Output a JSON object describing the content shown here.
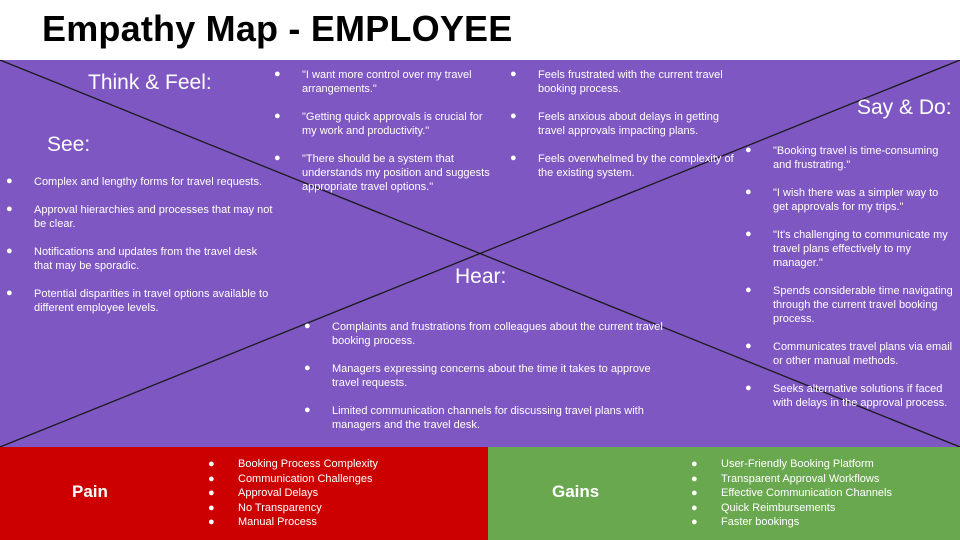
{
  "title": "Empathy Map - EMPLOYEE",
  "bullet": "●",
  "colors": {
    "map_bg": "#7e57c2",
    "pain_bg": "#cc0000",
    "gains_bg": "#6aa84f",
    "text": "#ffffff"
  },
  "think_feel": {
    "label": "Think & Feel:",
    "thoughts": [
      "\"I want more control over my travel arrangements.\"",
      "\"Getting quick approvals is crucial for  my work and productivity.\"",
      "\"There should be a system that understands my position and suggests appropriate travel options.\""
    ],
    "feelings": [
      "Feels frustrated with the current travel booking process.",
      "Feels anxious about delays in getting travel approvals impacting plans.",
      "Feels overwhelmed by the complexity of the existing system."
    ]
  },
  "see": {
    "label": "See:",
    "items": [
      "Complex and lengthy forms for travel requests.",
      "Approval hierarchies and processes that may not be clear.",
      "Notifications and updates from the travel desk that may be sporadic.",
      "Potential disparities in travel options available to different employee levels."
    ]
  },
  "say_do": {
    "label": "Say & Do:",
    "items": [
      "\"Booking travel is time-consuming and frustrating.\"",
      "\"I wish there was a simpler way to get approvals for my trips.\"",
      "\"It's challenging to communicate my travel plans effectively to my manager.\"",
      "Spends considerable time navigating through the current travel booking process.",
      "Communicates travel plans via email or other manual methods.",
      "Seeks alternative solutions if faced with delays in the approval process."
    ]
  },
  "hear": {
    "label": "Hear:",
    "items": [
      "Complaints and frustrations from colleagues about the current travel booking process.",
      "Managers expressing concerns about the time it takes to approve travel requests.",
      "Limited communication channels for discussing travel plans with managers and the travel desk."
    ]
  },
  "pain": {
    "label": "Pain",
    "items": [
      "Booking Process Complexity",
      "Communication Challenges",
      "Approval Delays",
      "No Transparency",
      "Manual Process"
    ]
  },
  "gains": {
    "label": "Gains",
    "items": [
      "User-Friendly Booking Platform",
      "Transparent Approval Workflows",
      "Effective Communication Channels",
      "Quick Reimbursements",
      "Faster bookings"
    ]
  }
}
